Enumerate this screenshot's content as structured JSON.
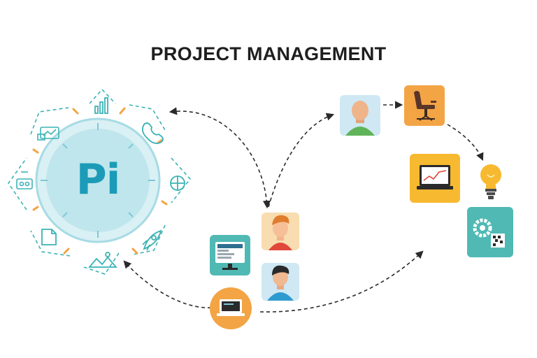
{
  "title": "PROJECT MANAGEMENT",
  "hub": {
    "label": "Pi"
  },
  "colors": {
    "teal": "#3bb3b5",
    "hub_fill": "#bfe6ec",
    "hub_ring": "#8fd0dc",
    "accent_orange": "#f3a445",
    "accent_yellow": "#f7b92f",
    "card_teal": "#50b9b4",
    "card_peach": "#f9dcb0",
    "card_blue": "#cfe8f3",
    "arrow": "#2a2a2a"
  },
  "hub_icons": [
    "bar-chart-icon",
    "phone-icon",
    "target-icon",
    "rocket-icon",
    "landscape-icon",
    "document-icon",
    "settings-panel-icon",
    "presentation-icon"
  ],
  "workflow_nodes": [
    "monitor-card",
    "person-red-card",
    "person-blue-card",
    "laptop-circle-card",
    "person-green-card",
    "office-chair-card",
    "laptop-chart-card",
    "lightbulb-icon",
    "gears-card"
  ]
}
